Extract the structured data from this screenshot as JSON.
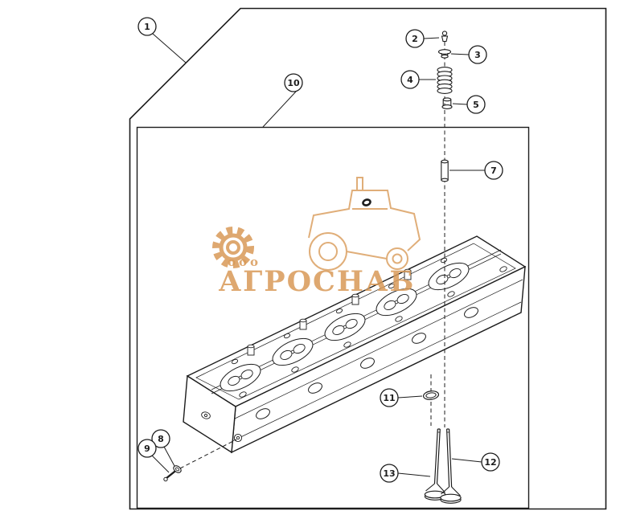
{
  "page": {
    "background": "#ffffff"
  },
  "callouts": {
    "c1": "1",
    "c2": "2",
    "c3": "3",
    "c4": "4",
    "c5": "5",
    "c7": "7",
    "c8": "8",
    "c9": "9",
    "c10": "10",
    "c11": "11",
    "c12": "12",
    "c13": "13"
  },
  "watermark": {
    "prefix": "ооо",
    "name": "АГРОСНАБ",
    "color": "#d99a58"
  },
  "colors": {
    "line": "#1c1c1c",
    "accent": "#d99a58",
    "background": "#ffffff"
  }
}
